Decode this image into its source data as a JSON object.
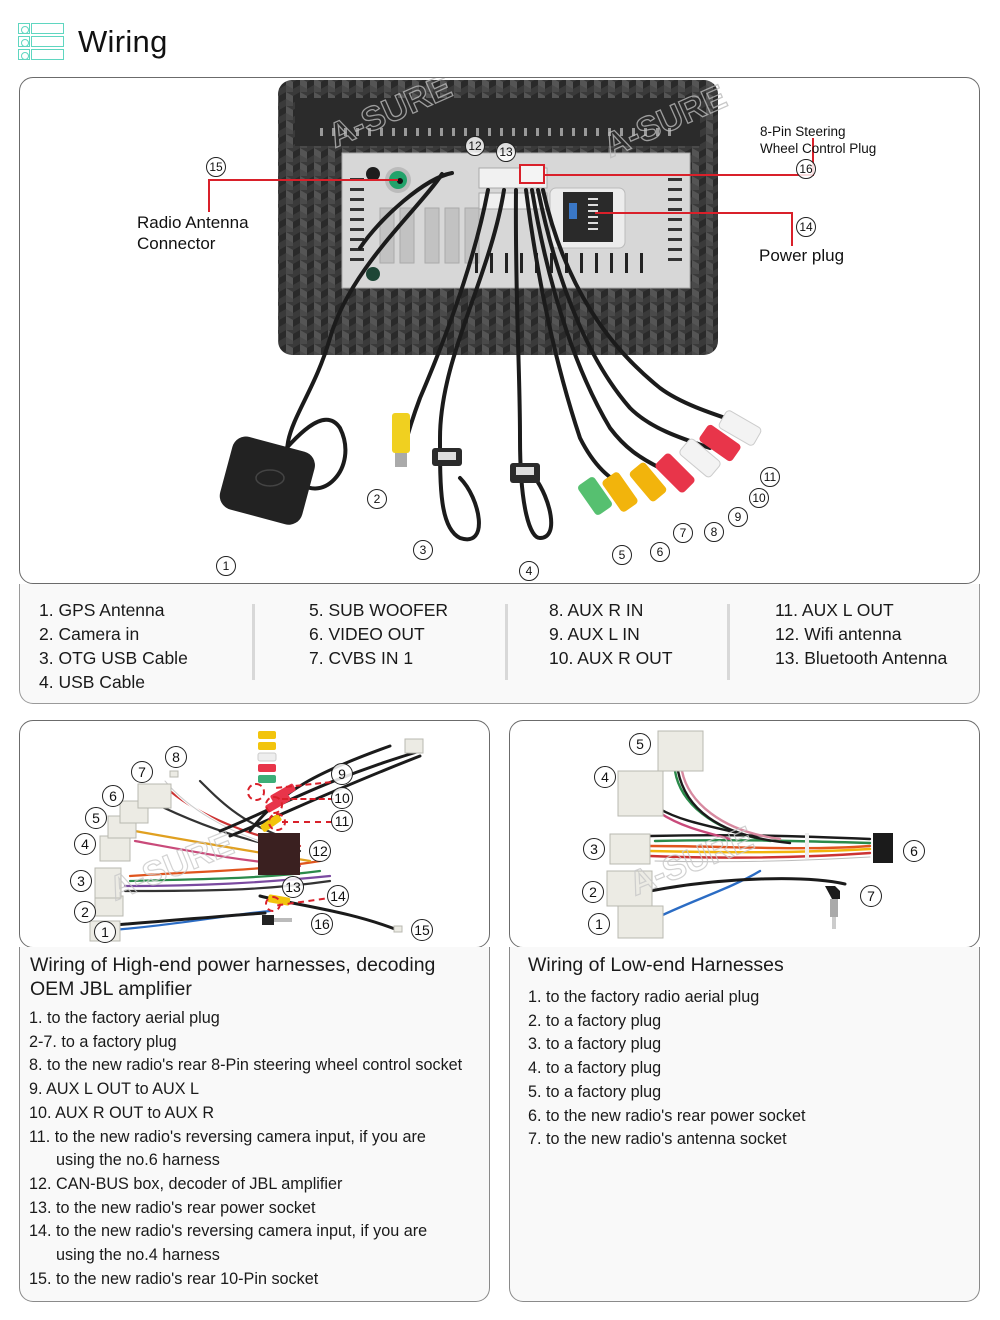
{
  "header": {
    "title": "Wiring",
    "icon": "list-icon",
    "accent_color": "#5fd6c0"
  },
  "main_diagram": {
    "callouts": {
      "radio_antenna": [
        "Radio Antenna",
        "Connector"
      ],
      "steering_plug": [
        "8-Pin Steering",
        "Wheel Control Plug"
      ],
      "power_plug": "Power plug"
    },
    "markers": [
      "1",
      "2",
      "3",
      "4",
      "5",
      "6",
      "7",
      "8",
      "9",
      "10",
      "11",
      "12",
      "13",
      "14",
      "15",
      "16"
    ],
    "watermark": "A-SURE",
    "line_color": "#d9202a"
  },
  "legend": {
    "columns": [
      [
        "1. GPS Antenna",
        "2. Camera in",
        "3. OTG USB Cable",
        "4. USB Cable"
      ],
      [
        "5. SUB WOOFER",
        "6. VIDEO OUT",
        "7. CVBS IN 1"
      ],
      [
        "8. AUX R IN",
        "9. AUX L IN",
        "10. AUX R OUT"
      ],
      [
        "11. AUX L OUT",
        "12. Wifi antenna",
        "13. Bluetooth Antenna"
      ]
    ]
  },
  "high_end": {
    "heading_lines": [
      "Wiring of High-end power harnesses, decoding",
      "OEM JBL amplifier"
    ],
    "markers": [
      "1",
      "2",
      "3",
      "4",
      "5",
      "6",
      "7",
      "8",
      "9",
      "10",
      "11",
      "12",
      "13",
      "14",
      "15",
      "16"
    ],
    "items": [
      "1. to the factory aerial plug",
      "2-7. to a factory plug",
      "8. to the new radio's rear 8-Pin steering wheel control socket",
      "9. AUX L OUT to AUX L",
      "10. AUX R OUT to AUX R",
      "11. to the new radio's reversing camera input, if you are using the no.6 harness",
      "12. CAN-BUS box, decoder of JBL amplifier",
      "13. to the new radio's rear power socket",
      "14. to the new radio's reversing camera input, if you are using the no.4 harness",
      "15. to the new radio's rear 10-Pin socket"
    ]
  },
  "low_end": {
    "heading": "Wiring of Low-end Harnesses",
    "markers": [
      "1",
      "2",
      "3",
      "4",
      "5",
      "6",
      "7"
    ],
    "items": [
      "1. to the factory radio aerial plug",
      "2. to a factory plug",
      "3. to a factory plug",
      "4. to a factory plug",
      "5. to a factory plug",
      "6. to the new radio's rear power socket",
      "7. to the new radio's antenna socket"
    ]
  }
}
